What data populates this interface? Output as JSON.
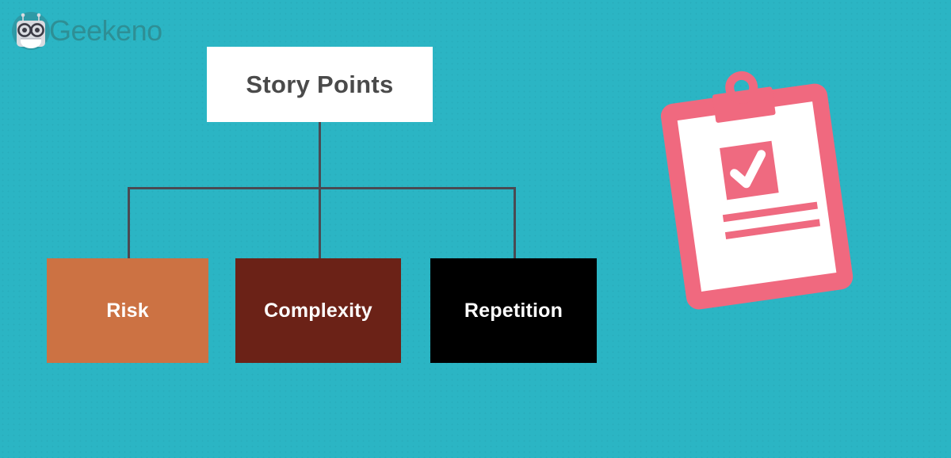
{
  "background": {
    "color": "#2bb5c4",
    "texture": "dot-pattern"
  },
  "brand": {
    "name": "Geekeno",
    "logo_icon": "robot-head-icon",
    "text_color": "#2e8f95",
    "mark_circle_color": "#2e9aa6",
    "mark_body_color": "#d9dbe0"
  },
  "diagram": {
    "type": "tree",
    "connector_color": "#4a4a52",
    "root": {
      "label": "Story Points",
      "background": "#ffffff",
      "text_color": "#4a4a4a"
    },
    "children": [
      {
        "label": "Risk",
        "background": "#cc7243",
        "text_color": "#ffffff"
      },
      {
        "label": "Complexity",
        "background": "#6b2217",
        "text_color": "#ffffff"
      },
      {
        "label": "Repetition",
        "background": "#000000",
        "text_color": "#ffffff"
      }
    ]
  },
  "illustration": {
    "name": "clipboard-with-checkmark",
    "board_color": "#f0697f",
    "page_color": "#ffffff",
    "accent_color": "#ef6a80",
    "check_color": "#ffffff"
  }
}
